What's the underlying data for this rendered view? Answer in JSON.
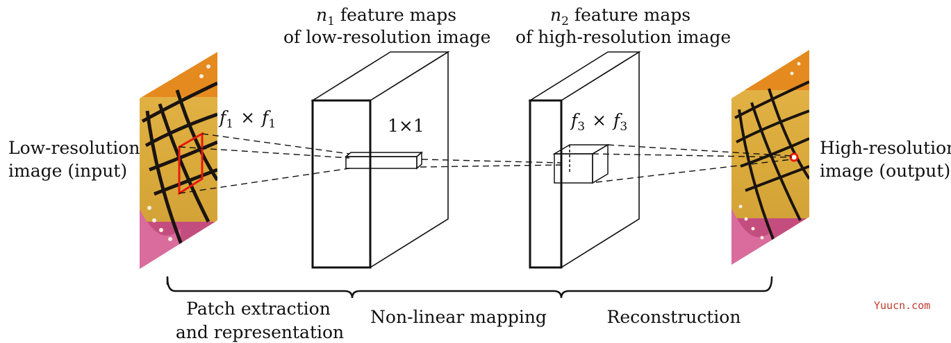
{
  "input_label": {
    "line1": "Low-resolution",
    "line2": "image (input)"
  },
  "output_label": {
    "line1": "High-resolution",
    "line2": "image (output)"
  },
  "kernel1": {
    "f": "f",
    "sub1": "1",
    "times": "×",
    "sub2": "1"
  },
  "kernel2": {
    "text": "1×1"
  },
  "kernel3": {
    "f": "f",
    "sub1": "3",
    "times": "×",
    "sub2": "3"
  },
  "maps1": {
    "n": "n",
    "sub": "1",
    "line1_rest": " feature maps",
    "line2": "of low-resolution image"
  },
  "maps2": {
    "n": "n",
    "sub": "2",
    "line1_rest": " feature maps",
    "line2": "of high-resolution image"
  },
  "stages": {
    "s1_line1": "Patch extraction",
    "s1_line2": "and representation",
    "s2": "Non-linear mapping",
    "s3": "Reconstruction"
  },
  "watermark": "Yuucn.com",
  "colors": {
    "patch_outline": "#e8190c",
    "butterfly_yellow": "#e2b23a",
    "butterfly_orange": "#e58a1f",
    "vein_black": "#1a1410",
    "flower_pink": "#c44d7f"
  }
}
